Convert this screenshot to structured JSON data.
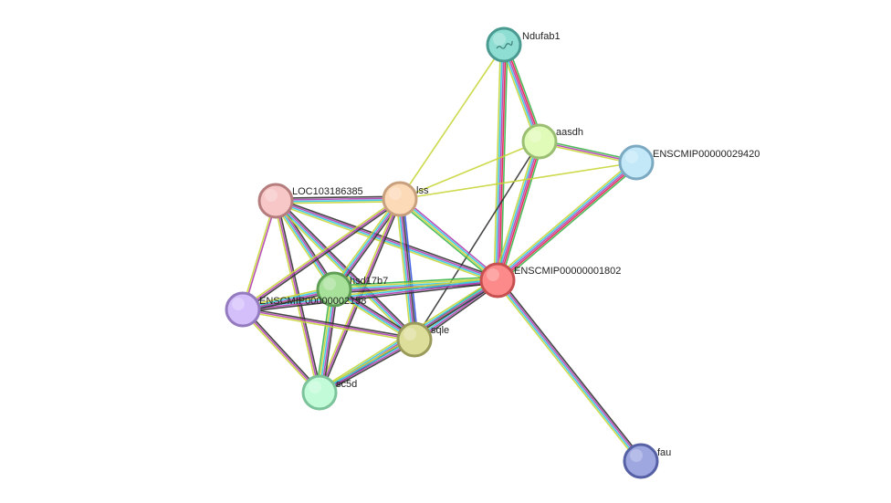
{
  "network": {
    "nodes": [
      {
        "id": "ndufab1",
        "label": "Ndufab1",
        "fill": "#8fded3",
        "stroke": "#4a9a91",
        "has_structure_icon": true
      },
      {
        "id": "aasdh",
        "label": "aasdh",
        "fill": "#e0fbb8",
        "stroke": "#9bbf72"
      },
      {
        "id": "ensc29420",
        "label": "ENSCMIP00000029420",
        "fill": "#c3e8f8",
        "stroke": "#7ca9c2"
      },
      {
        "id": "loc103186385",
        "label": "LOC103186385",
        "fill": "#f7c6c6",
        "stroke": "#b57d7d"
      },
      {
        "id": "lss",
        "label": "lss",
        "fill": "#fcd9b7",
        "stroke": "#c9a07d"
      },
      {
        "id": "ensc1802",
        "label": "ENSCMIP00000001802",
        "fill": "#fc8a8a",
        "stroke": "#c74f4f"
      },
      {
        "id": "hsd17b7",
        "label": "hsd17b7",
        "fill": "#a8e19a",
        "stroke": "#5f9e55"
      },
      {
        "id": "ensc2158",
        "label": "ENSCMIP00000002158",
        "fill": "#d4bffb",
        "stroke": "#947bc0"
      },
      {
        "id": "sqle",
        "label": "sqle",
        "fill": "#dede9b",
        "stroke": "#9a9a5b"
      },
      {
        "id": "sc5d",
        "label": "sc5d",
        "fill": "#c2fbd8",
        "stroke": "#7cc29a"
      },
      {
        "id": "fau",
        "label": "fau",
        "fill": "#9ea7e0",
        "stroke": "#5660a4"
      }
    ],
    "evidence_colors": {
      "green": "#3cb44b",
      "red": "#e6194b",
      "blue": "#3355dd",
      "black": "#333333",
      "purple": "#b03fb0",
      "cyan": "#33c4e0",
      "yellow": "#c9d63a",
      "lavender": "#a599d8"
    },
    "edges": [
      {
        "from": "ndufab1",
        "to": "aasdh",
        "evidence": [
          "green",
          "red",
          "purple",
          "cyan",
          "yellow"
        ]
      },
      {
        "from": "ndufab1",
        "to": "ensc1802",
        "evidence": [
          "green",
          "red",
          "purple",
          "cyan",
          "yellow"
        ]
      },
      {
        "from": "ndufab1",
        "to": "lss",
        "evidence": [
          "yellow"
        ]
      },
      {
        "from": "aasdh",
        "to": "ensc29420",
        "evidence": [
          "green",
          "purple",
          "yellow"
        ]
      },
      {
        "from": "aasdh",
        "to": "ensc1802",
        "evidence": [
          "green",
          "red",
          "purple",
          "cyan",
          "yellow"
        ]
      },
      {
        "from": "aasdh",
        "to": "lss",
        "evidence": [
          "yellow"
        ]
      },
      {
        "from": "aasdh",
        "to": "sqle",
        "evidence": [
          "black"
        ]
      },
      {
        "from": "ensc29420",
        "to": "ensc1802",
        "evidence": [
          "green",
          "red",
          "purple",
          "cyan",
          "yellow"
        ]
      },
      {
        "from": "ensc29420",
        "to": "lss",
        "evidence": [
          "yellow"
        ]
      },
      {
        "from": "loc103186385",
        "to": "lss",
        "evidence": [
          "black",
          "purple",
          "cyan",
          "yellow"
        ]
      },
      {
        "from": "loc103186385",
        "to": "ensc1802",
        "evidence": [
          "black",
          "purple",
          "cyan",
          "yellow"
        ]
      },
      {
        "from": "loc103186385",
        "to": "hsd17b7",
        "evidence": [
          "black",
          "purple",
          "cyan",
          "yellow"
        ]
      },
      {
        "from": "loc103186385",
        "to": "sqle",
        "evidence": [
          "black",
          "purple",
          "cyan",
          "yellow"
        ]
      },
      {
        "from": "loc103186385",
        "to": "sc5d",
        "evidence": [
          "black",
          "purple",
          "yellow"
        ]
      },
      {
        "from": "loc103186385",
        "to": "ensc2158",
        "evidence": [
          "purple",
          "yellow"
        ]
      },
      {
        "from": "lss",
        "to": "ensc1802",
        "evidence": [
          "purple",
          "cyan",
          "yellow",
          "green"
        ]
      },
      {
        "from": "lss",
        "to": "sqle",
        "evidence": [
          "blue",
          "black",
          "purple",
          "cyan",
          "yellow"
        ]
      },
      {
        "from": "lss",
        "to": "hsd17b7",
        "evidence": [
          "black",
          "purple",
          "cyan",
          "yellow"
        ]
      },
      {
        "from": "lss",
        "to": "sc5d",
        "evidence": [
          "black",
          "purple",
          "yellow"
        ]
      },
      {
        "from": "lss",
        "to": "ensc2158",
        "evidence": [
          "black",
          "purple",
          "yellow"
        ]
      },
      {
        "from": "ensc1802",
        "to": "hsd17b7",
        "evidence": [
          "black",
          "purple",
          "cyan",
          "yellow",
          "green"
        ]
      },
      {
        "from": "ensc1802",
        "to": "ensc2158",
        "evidence": [
          "black",
          "purple",
          "cyan",
          "yellow"
        ]
      },
      {
        "from": "ensc1802",
        "to": "sqle",
        "evidence": [
          "black",
          "purple",
          "cyan",
          "yellow",
          "green"
        ]
      },
      {
        "from": "ensc1802",
        "to": "sc5d",
        "evidence": [
          "black",
          "purple",
          "cyan",
          "yellow"
        ]
      },
      {
        "from": "ensc1802",
        "to": "fau",
        "evidence": [
          "black",
          "purple",
          "cyan",
          "yellow"
        ]
      },
      {
        "from": "hsd17b7",
        "to": "ensc2158",
        "evidence": [
          "black",
          "purple",
          "cyan",
          "yellow"
        ]
      },
      {
        "from": "hsd17b7",
        "to": "sqle",
        "evidence": [
          "black",
          "purple",
          "cyan",
          "yellow"
        ]
      },
      {
        "from": "hsd17b7",
        "to": "sc5d",
        "evidence": [
          "black",
          "purple",
          "cyan",
          "yellow",
          "green"
        ]
      },
      {
        "from": "ensc2158",
        "to": "sqle",
        "evidence": [
          "black",
          "purple",
          "yellow"
        ]
      },
      {
        "from": "ensc2158",
        "to": "sc5d",
        "evidence": [
          "black",
          "purple",
          "yellow"
        ]
      },
      {
        "from": "sqle",
        "to": "sc5d",
        "evidence": [
          "black",
          "purple",
          "cyan",
          "yellow"
        ]
      }
    ]
  }
}
